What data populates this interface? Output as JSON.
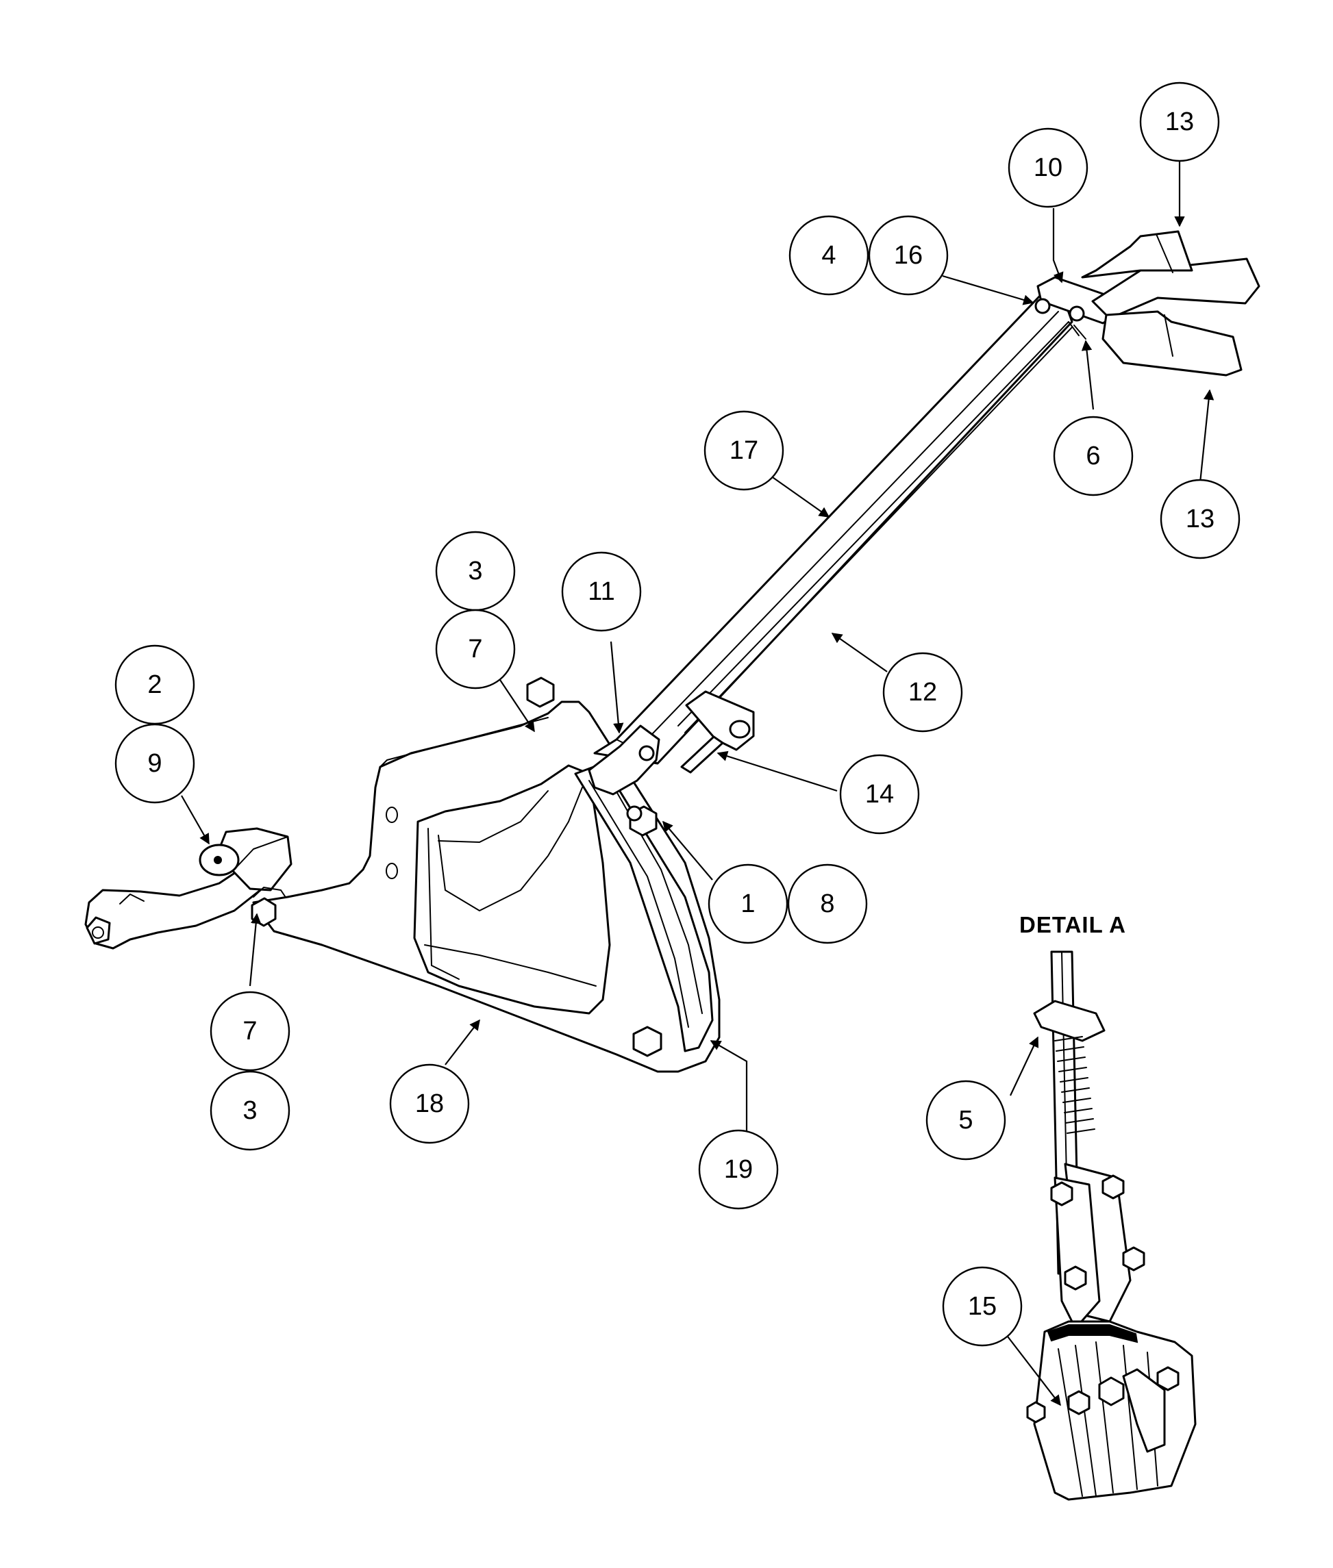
{
  "detail_label": "DETAIL  A",
  "callouts": [
    {
      "id": "c13a",
      "label": "13"
    },
    {
      "id": "c10",
      "label": "10"
    },
    {
      "id": "c4",
      "label": "4"
    },
    {
      "id": "c16",
      "label": "16"
    },
    {
      "id": "c6",
      "label": "6"
    },
    {
      "id": "c13b",
      "label": "13"
    },
    {
      "id": "c17",
      "label": "17"
    },
    {
      "id": "c3a",
      "label": "3"
    },
    {
      "id": "c11",
      "label": "11"
    },
    {
      "id": "c12",
      "label": "12"
    },
    {
      "id": "c7a",
      "label": "7"
    },
    {
      "id": "c2",
      "label": "2"
    },
    {
      "id": "c9",
      "label": "9"
    },
    {
      "id": "c14",
      "label": "14"
    },
    {
      "id": "c1",
      "label": "1"
    },
    {
      "id": "c8",
      "label": "8"
    },
    {
      "id": "c7b",
      "label": "7"
    },
    {
      "id": "c3b",
      "label": "3"
    },
    {
      "id": "c18",
      "label": "18"
    },
    {
      "id": "c19",
      "label": "19"
    },
    {
      "id": "c5",
      "label": "5"
    },
    {
      "id": "c15",
      "label": "15"
    }
  ]
}
